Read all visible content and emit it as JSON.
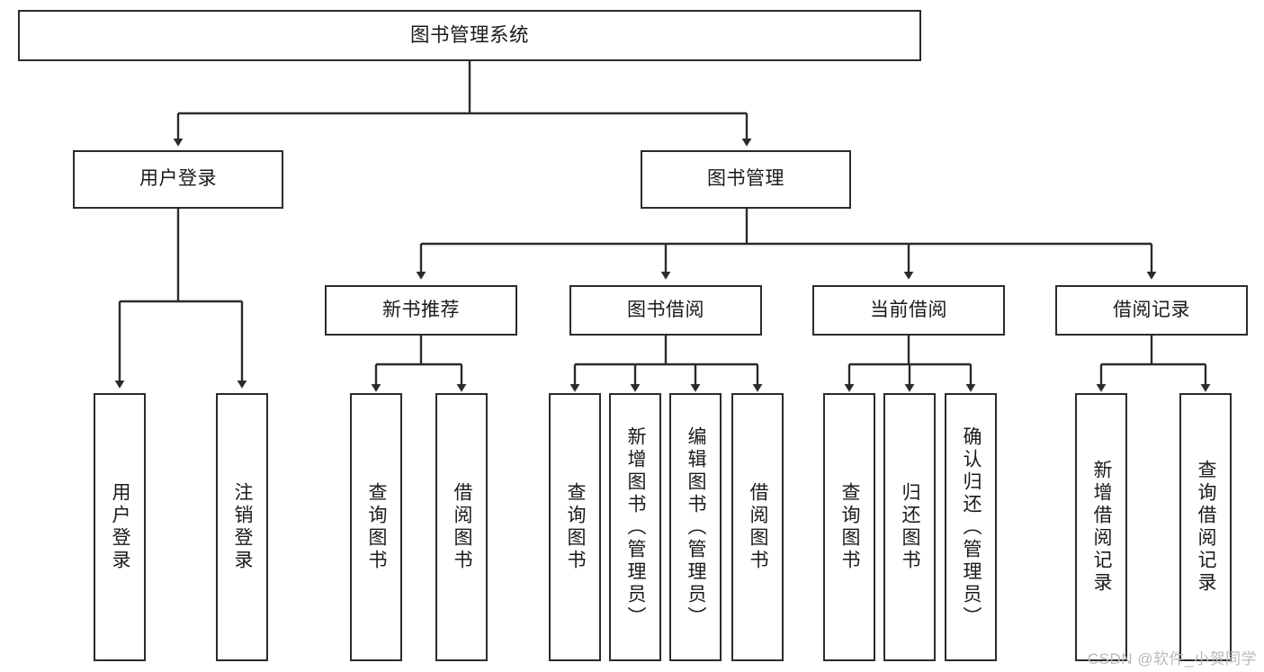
{
  "diagram": {
    "type": "tree-hierarchy",
    "title": "图书管理系统",
    "watermark": "CSDN @软件_小贺同学",
    "colors": {
      "box_border": "#2b2b2b",
      "box_fill": "#ffffff",
      "edge": "#2b2b2b",
      "text": "#1a1a1a",
      "watermark": "#b9b9b9"
    },
    "root": {
      "id": "root",
      "label": "图书管理系统"
    },
    "level2": [
      {
        "id": "user-login",
        "label": "用户登录"
      },
      {
        "id": "book-manage",
        "label": "图书管理"
      }
    ],
    "level3": [
      {
        "id": "new-book-rec",
        "label": "新书推荐"
      },
      {
        "id": "book-borrow",
        "label": "图书借阅"
      },
      {
        "id": "current-borrow",
        "label": "当前借阅"
      },
      {
        "id": "borrow-record",
        "label": "借阅记录"
      }
    ],
    "leaves": {
      "user_login": [
        {
          "id": "leaf-user-login",
          "label": "用户登录"
        },
        {
          "id": "leaf-logout",
          "label": "注销登录"
        }
      ],
      "new_book_rec": [
        {
          "id": "leaf-query-book-1",
          "label": "查询图书"
        },
        {
          "id": "leaf-borrow-book-1",
          "label": "借阅图书"
        }
      ],
      "book_borrow": [
        {
          "id": "leaf-query-book-2",
          "label": "查询图书"
        },
        {
          "id": "leaf-add-book",
          "label": "新增图书（管理员）"
        },
        {
          "id": "leaf-edit-book",
          "label": "编辑图书（管理员）"
        },
        {
          "id": "leaf-borrow-book-2",
          "label": "借阅图书"
        }
      ],
      "current_borrow": [
        {
          "id": "leaf-query-book-3",
          "label": "查询图书"
        },
        {
          "id": "leaf-return-book",
          "label": "归还图书"
        },
        {
          "id": "leaf-confirm-return",
          "label": "确认归还（管理员）"
        }
      ],
      "borrow_record": [
        {
          "id": "leaf-add-record",
          "label": "新增借阅记录"
        },
        {
          "id": "leaf-query-record",
          "label": "查询借阅记录"
        }
      ]
    }
  }
}
